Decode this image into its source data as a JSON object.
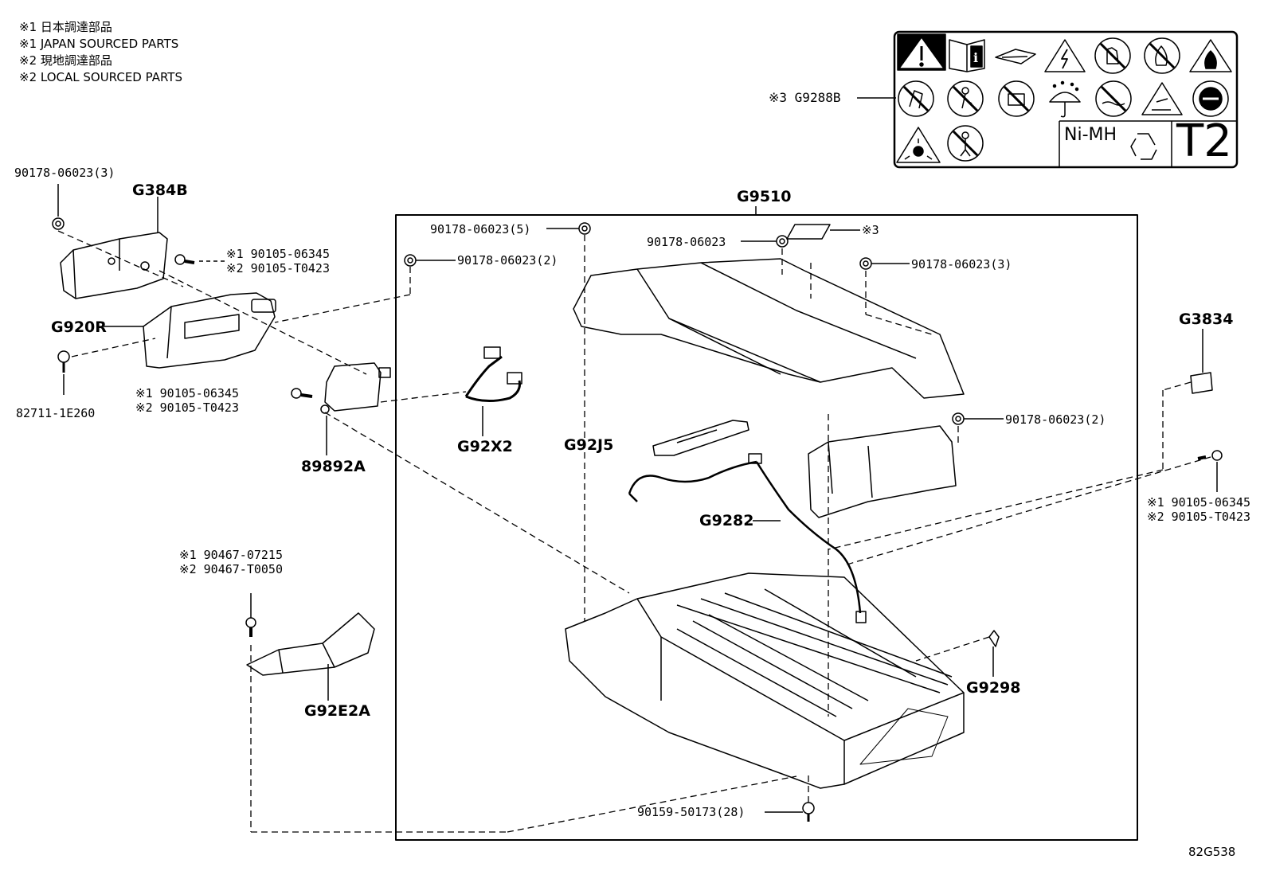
{
  "notes": [
    "※1 日本調達部品",
    "※1 JAPAN SOURCED PARTS",
    "※2 現地調達部品",
    "※2 LOCAL SOURCED PARTS"
  ],
  "label_panel": {
    "callout": "※3 G9288B",
    "chemistry": "Ni-MH",
    "type_code": "T2"
  },
  "callouts": {
    "main_assembly": "G9510",
    "nut_upper_left": "90178-06023(3)",
    "cover_left": "G384B",
    "bolt_a_1": "※1 90105-06345",
    "bolt_a_2": "※2 90105-T0423",
    "bracket_left": "G920R",
    "clip_left": "82711-1E260",
    "bolt_b_1": "※1 90105-06345",
    "bolt_b_2": "※2 90105-T0423",
    "sensor": "89892A",
    "harness_small": "G92X2",
    "nut_inner_left": "90178-06023(2)",
    "nut_top_5": "90178-06023(5)",
    "nut_top": "90178-06023",
    "label_ref": "※3",
    "nut_top_right": "90178-06023(3)",
    "nut_mid_right": "90178-06023(2)",
    "bracket_right": "G3834",
    "bolt_c_1": "※1 90105-06345",
    "bolt_c_2": "※2 90105-T0423",
    "duct": "G92J5",
    "wire_harness": "G9282",
    "plug": "G9298",
    "bolt_d_1": "※1 90467-07215",
    "bolt_d_2": "※2 90467-T0050",
    "cover_lower": "G92E2A",
    "bolt_bottom": "90159-50173(28)"
  },
  "drawing_code": "82G538",
  "icons": [
    "warning-exclamation-icon",
    "manual-icon",
    "read-manual-icon",
    "electric-shock-icon",
    "no-touch-icon",
    "no-fire-icon",
    "flammable-icon",
    "no-disassemble-icon",
    "no-short-circuit-icon",
    "no-puncture-icon",
    "keep-dry-icon",
    "no-immerse-icon",
    "corrosive-icon",
    "recycle-mark-icon",
    "explosive-icon",
    "no-children-icon",
    "recycle-icon"
  ]
}
